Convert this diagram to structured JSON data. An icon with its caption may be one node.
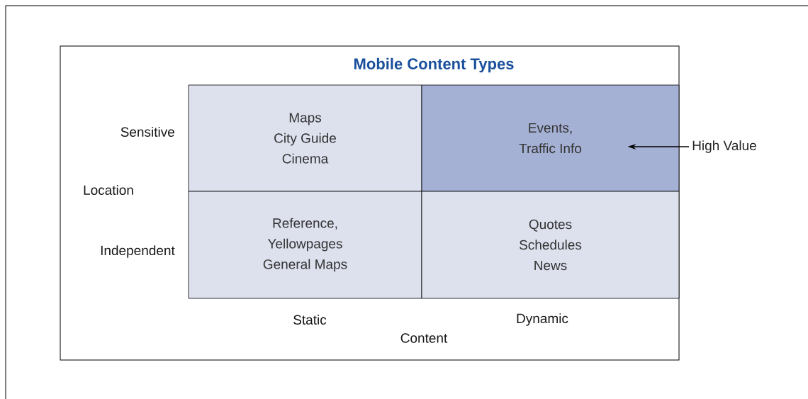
{
  "diagram": {
    "title": "Mobile Content Types",
    "nodes": [
      {
        "text": [
          "Maps",
          "City Guide",
          "Cinema"
        ]
      },
      {
        "text": [
          "Events,",
          "Traffic Info"
        ]
      },
      {
        "text": [
          "Reference,",
          "Yellowpages",
          "General Maps"
        ]
      },
      {
        "text": [
          "Quotes",
          "Schedules",
          "News"
        ]
      },
      {
        "text": [
          "High Value"
        ]
      }
    ],
    "edges": [
      {
        "from": 4,
        "to": 1,
        "arrow": "to"
      }
    ],
    "labels": [
      "Sensitive",
      "Location",
      "Independent",
      "Static",
      "Dynamic",
      "Content"
    ]
  }
}
